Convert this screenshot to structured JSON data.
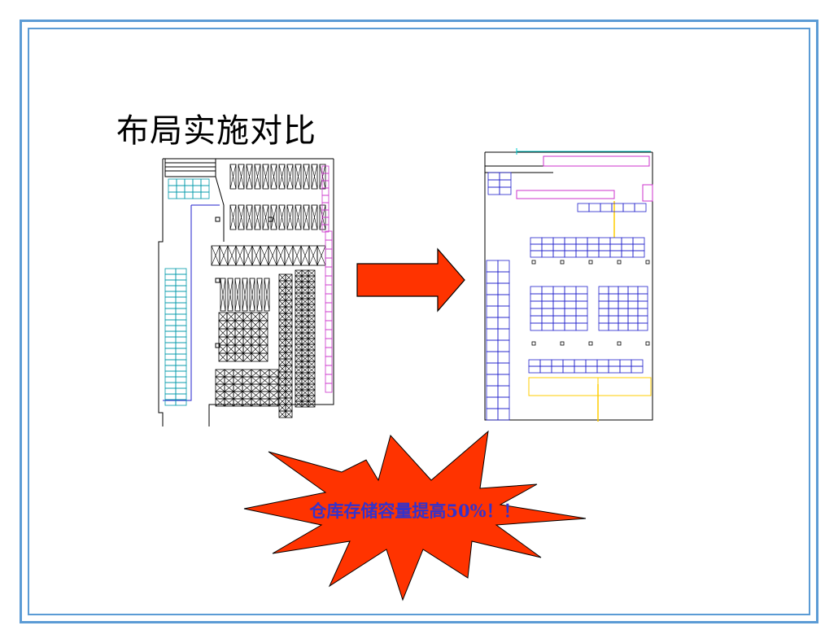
{
  "slide": {
    "title": "布局实施对比",
    "callout_text": "仓库存储容量提高50%！！"
  },
  "colors": {
    "frame": "#5b9bd5",
    "arrow_fill": "#ff3300",
    "burst_fill": "#ff3300",
    "callout_text": "#3333cc"
  },
  "images": {
    "before_layout": "warehouse-layout-before",
    "after_layout": "warehouse-layout-after"
  }
}
